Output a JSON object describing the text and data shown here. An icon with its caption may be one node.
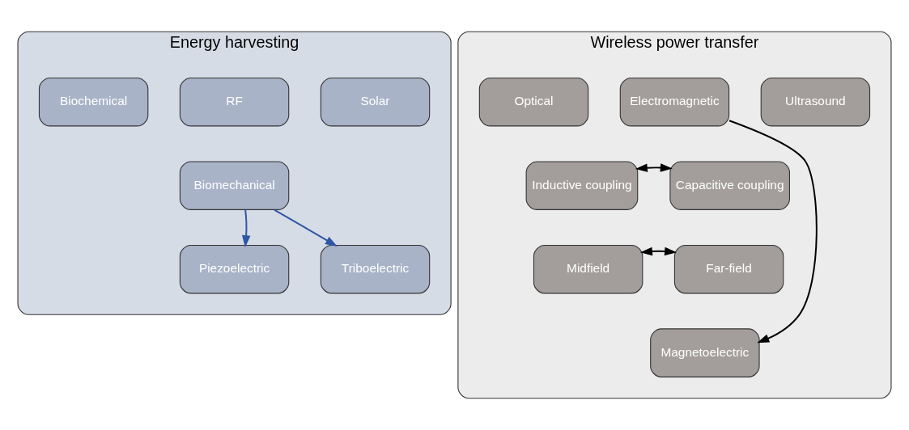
{
  "diagram": {
    "nodes": [
      {
        "text": [
          "Energy harvesting"
        ]
      },
      {
        "text": [
          "Biochemical"
        ],
        "in": 0
      },
      {
        "text": [
          "RF"
        ],
        "in": 0
      },
      {
        "text": [
          "Solar"
        ],
        "in": 0
      },
      {
        "text": [
          "Biomechanical"
        ],
        "in": 0
      },
      {
        "text": [
          "Piezoelectric"
        ],
        "in": 0
      },
      {
        "text": [
          "Triboelectric"
        ],
        "in": 0
      },
      {
        "text": [
          "Wireless power transfer"
        ]
      },
      {
        "text": [
          "Optical"
        ],
        "in": 7
      },
      {
        "text": [
          "Electromagnetic"
        ],
        "in": 7
      },
      {
        "text": [
          "Ultrasound"
        ],
        "in": 7
      },
      {
        "text": [
          "Inductive coupling"
        ],
        "in": 7
      },
      {
        "text": [
          "Capacitive coupling"
        ],
        "in": 7
      },
      {
        "text": [
          "Midfield"
        ],
        "in": 7
      },
      {
        "text": [
          "Far-field"
        ],
        "in": 7
      },
      {
        "text": [
          "Magnetoelectric"
        ],
        "in": 7
      }
    ],
    "edges": [
      {
        "from": 4,
        "to": 5,
        "arrow": "to",
        "color": "#2f55a4"
      },
      {
        "from": 4,
        "to": 6,
        "arrow": "to",
        "color": "#2f55a4"
      },
      {
        "from": 9,
        "to": 15,
        "arrow": "to"
      },
      {
        "from": 11,
        "to": 12,
        "arrow": "both"
      },
      {
        "from": 13,
        "to": 14,
        "arrow": "both"
      }
    ]
  }
}
